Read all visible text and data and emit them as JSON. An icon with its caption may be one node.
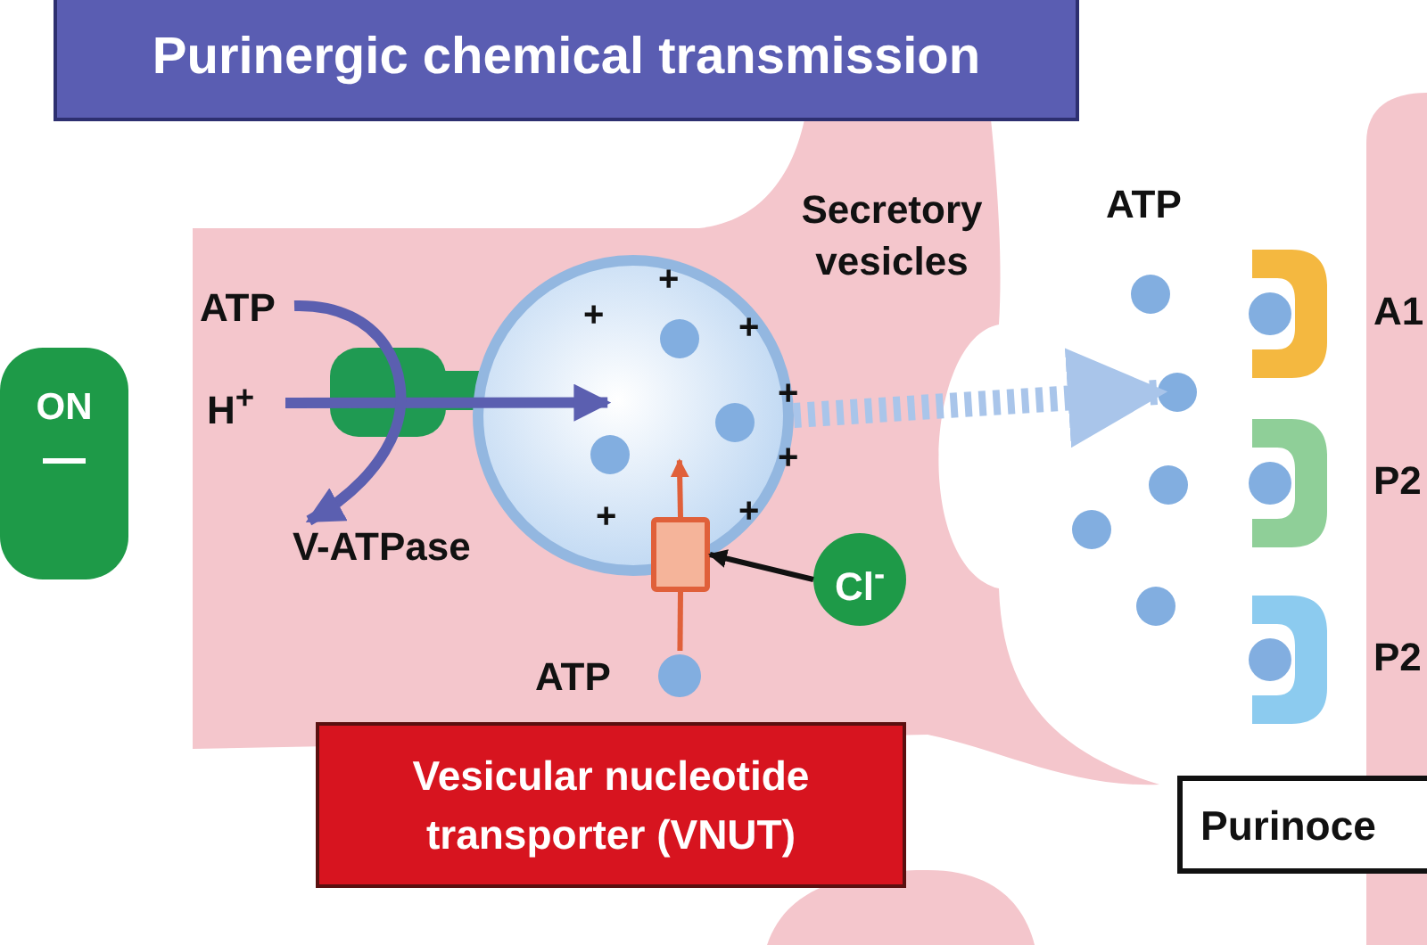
{
  "diagram": {
    "title": "Purinergic chemical transmission",
    "nodes": [
      {
        "text": [
          "ON"
        ]
      },
      {
        "text": [
          "H$^{+}$"
        ]
      },
      {
        "text": [
          "ATP"
        ]
      },
      {
        "text": [
          "V-ATPase"
        ]
      },
      {
        "text": [
          "Secretory vesicles"
        ]
      },
      {
        "text": [],
        "shape": "box"
      },
      {
        "text": [
          "ATP"
        ]
      },
      {
        "text": [
          "Cl$^{-}$"
        ]
      },
      {
        "text": [
          "Vesicular nucleotide transporter (VNUT)"
        ]
      },
      {
        "text": [
          "A1"
        ]
      },
      {
        "text": [
          "P2"
        ]
      },
      {
        "text": [
          "P2"
        ]
      },
      {
        "text": [
          "Purinoce"
        ]
      },
      {
        "text": [],
        "shape": "circle"
      },
      {
        "text": [],
        "shape": "circle"
      },
      {
        "text": [],
        "shape": "circle"
      },
      {
        "text": [],
        "shape": "circle"
      },
      {
        "text": [],
        "shape": "circle"
      }
    ],
    "edges": [
      {
        "from": 1,
        "to": 4,
        "arrow": "to",
        "color": "#5b5fb0",
        "style": "thick"
      },
      {
        "from": 2,
        "to": 3,
        "arrow": "to",
        "color": "#5b5fb0",
        "style": "thick"
      },
      {
        "from": 6,
        "to": 5,
        "arrow": "none",
        "color": "#e0603a"
      },
      {
        "from": 5,
        "to": 4,
        "arrow": "to",
        "color": "#e0603a"
      },
      {
        "from": 7,
        "to": 5,
        "arrow": "to",
        "color": "#111111"
      },
      {
        "from": 4,
        "to": 14,
        "arrow": "to",
        "color": "#a9c5ea",
        "style": "dashed"
      }
    ],
    "labels": [
      "+",
      "+",
      "+",
      "+",
      "+",
      "+",
      "+",
      "ATP"
    ]
  }
}
